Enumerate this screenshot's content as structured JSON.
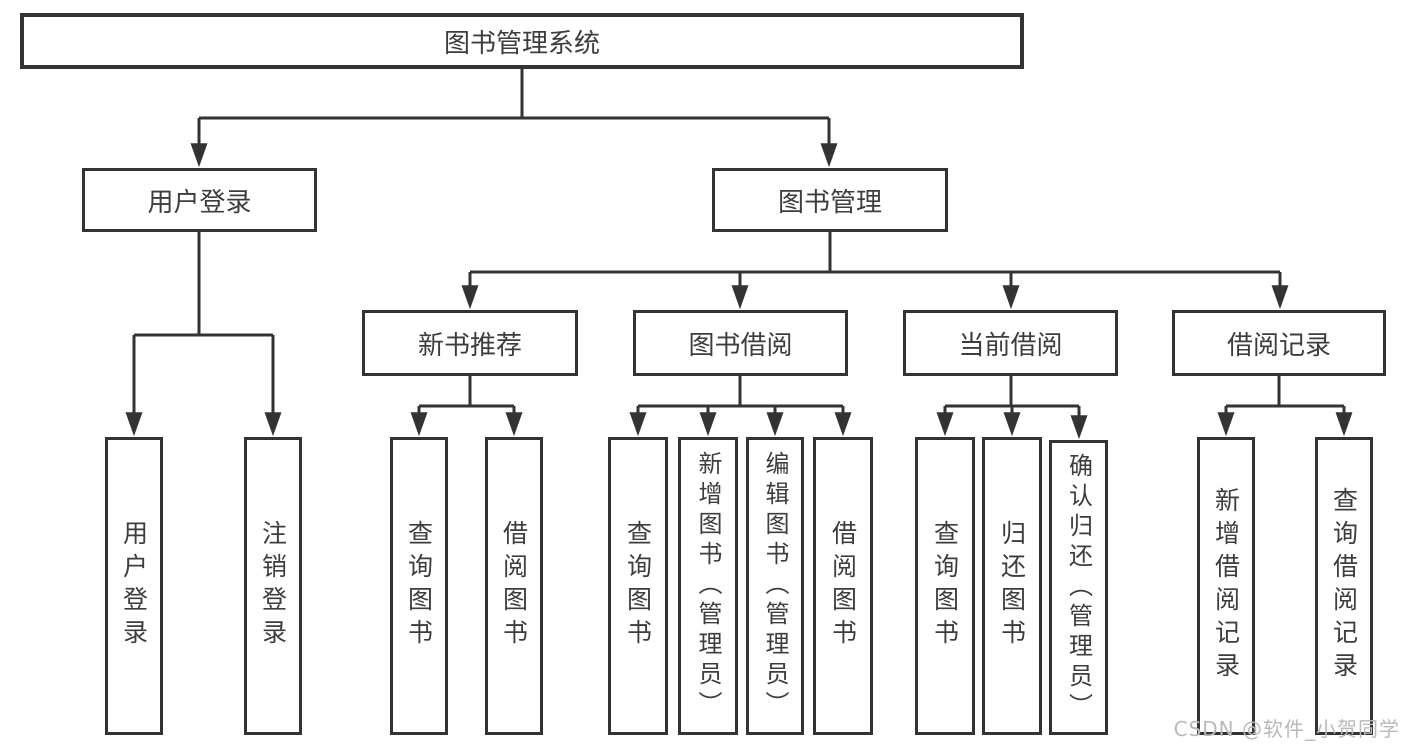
{
  "diagram": {
    "title": "图书管理系统",
    "level2": {
      "user_login": "用户登录",
      "book_management": "图书管理"
    },
    "level3": {
      "new_book_recommend": "新书推荐",
      "book_borrowing": "图书借阅",
      "current_borrowing": "当前借阅",
      "borrowing_records": "借阅记录"
    },
    "leaves": {
      "user_login": "用户登录",
      "logout": "注销登录",
      "recommend_query_books": "查询图书",
      "recommend_borrow_books": "借阅图书",
      "borrowing_query_books": "查询图书",
      "borrowing_add_books": "新增图书（管理员）",
      "borrowing_edit_books": "编辑图书（管理员）",
      "borrowing_borrow_books": "借阅图书",
      "current_query_books": "查询图书",
      "current_return_books": "归还图书",
      "current_confirm_return": "确认归还（管理员）",
      "records_add_record": "新增借阅记录",
      "records_query_record": "查询借阅记录"
    }
  },
  "watermark": "CSDN @软件_小贺同学",
  "colors": {
    "line": "#333333",
    "box_border": "#333333",
    "text": "#3d3d3d",
    "watermark": "#b9b9b9",
    "background": "#ffffff"
  }
}
